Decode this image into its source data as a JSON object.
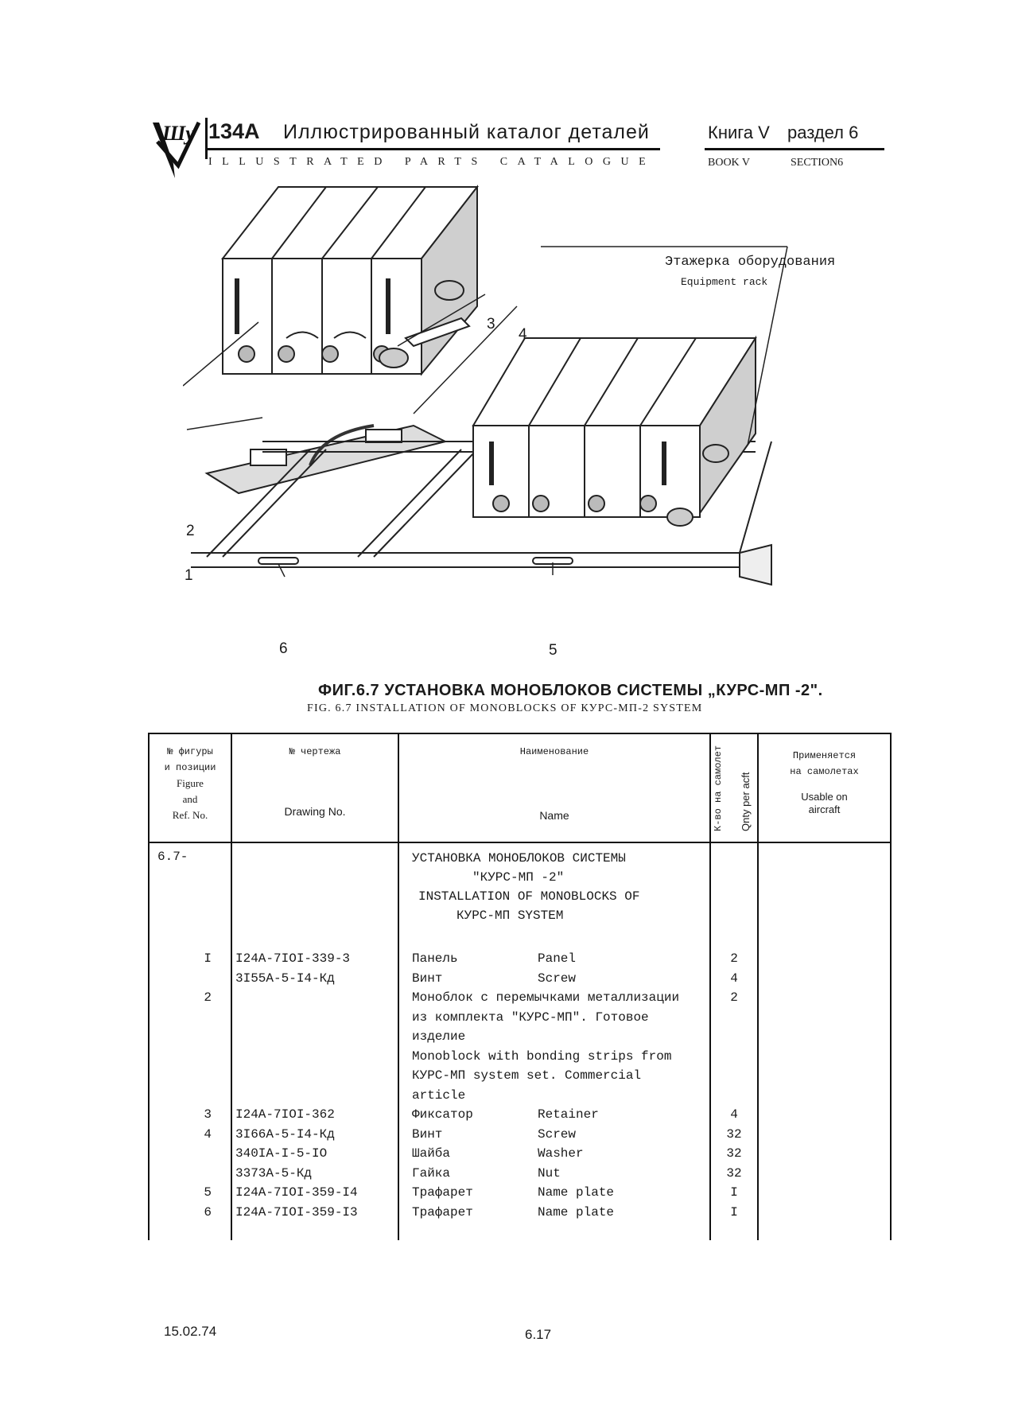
{
  "header": {
    "model": "134A",
    "title_ru": "Иллюстрированный каталог деталей",
    "title_en": "ILLUSTRATED PARTS CATALOGUE",
    "book_ru": "Книга V",
    "section_ru": "раздел 6",
    "book_en": "BOOK V",
    "section_en": "SECTION6"
  },
  "figure": {
    "rack_label_ru": "Этажерка оборудования",
    "rack_label_en": "Equipment rack",
    "callouts": [
      "1",
      "2",
      "3",
      "4",
      "5",
      "6"
    ],
    "caption_ru": "ФИГ.6.7 УСТАНОВКА МОНОБЛОКОВ СИСТЕМЫ „КУРС-МП -2\".",
    "caption_en": "FIG. 6.7 INSTALLATION OF MONOBLOCKS OF КУРС-МП-2 SYSTEM"
  },
  "table": {
    "headers": {
      "fig_ru_1": "№ фигуры",
      "fig_ru_2": "и позиции",
      "fig_en_1": "Figure",
      "fig_en_2": "and",
      "fig_en_3": "Ref. No.",
      "drawing_ru": "№ чертежа",
      "drawing_en": "Drawing No.",
      "name_ru": "Наименование",
      "name_en": "Name",
      "qty_ru": "К-во на самолет",
      "qty_en": "Qnty per acft",
      "usable_ru_1": "Применяется",
      "usable_ru_2": "на самолетах",
      "usable_en_1": "Usable on",
      "usable_en_2": "aircraft"
    },
    "assembly": {
      "fig": "6.7-",
      "line1": "УСТАНОВКА МОНОБЛОКОВ СИСТЕМЫ",
      "line2": "\"КУРС-МП -2\"",
      "line3": "INSTALLATION OF MONOBLOCKS OF",
      "line4": "КУРС-МП SYSTEM"
    },
    "rows": [
      {
        "ref": "I",
        "drawing": "I24A-7IOI-339-3",
        "name_ru": "Панель",
        "name_en": "Panel",
        "qty": "2"
      },
      {
        "ref": "",
        "drawing": "3I55A-5-I4-Кд",
        "name_ru": "Винт",
        "name_en": "Screw",
        "qty": "4"
      },
      {
        "ref": "2",
        "drawing": "",
        "name_ru": "Моноблок с перемычками металлизации",
        "name_en": "",
        "qty": "2"
      },
      {
        "ref": "",
        "drawing": "",
        "name_ru": "из комплекта \"КУРС-МП\". Готовое",
        "name_en": "",
        "qty": ""
      },
      {
        "ref": "",
        "drawing": "",
        "name_ru": "изделие",
        "name_en": "",
        "qty": ""
      },
      {
        "ref": "",
        "drawing": "",
        "name_ru": "Monoblock with bonding strips from",
        "name_en": "",
        "qty": ""
      },
      {
        "ref": "",
        "drawing": "",
        "name_ru": "КУРС-МП system set. Commercial",
        "name_en": "",
        "qty": ""
      },
      {
        "ref": "",
        "drawing": "",
        "name_ru": "article",
        "name_en": "",
        "qty": ""
      },
      {
        "ref": "3",
        "drawing": "I24A-7IOI-362",
        "name_ru": "Фиксатор",
        "name_en": "Retainer",
        "qty": "4"
      },
      {
        "ref": "4",
        "drawing": "3I66A-5-I4-Кд",
        "name_ru": "Винт",
        "name_en": "Screw",
        "qty": "32"
      },
      {
        "ref": "",
        "drawing": "340IA-I-5-IO",
        "name_ru": "Шайба",
        "name_en": "Washer",
        "qty": "32"
      },
      {
        "ref": "",
        "drawing": "3373A-5-Кд",
        "name_ru": "Гайка",
        "name_en": "Nut",
        "qty": "32"
      },
      {
        "ref": "5",
        "drawing": "I24A-7IOI-359-I4",
        "name_ru": "Трафарет",
        "name_en": "Name plate",
        "qty": "I"
      },
      {
        "ref": "6",
        "drawing": "I24A-7IOI-359-I3",
        "name_ru": "Трафарет",
        "name_en": "Name plate",
        "qty": "I"
      }
    ]
  },
  "footer": {
    "date": "15.02.74",
    "page": "6.17"
  }
}
